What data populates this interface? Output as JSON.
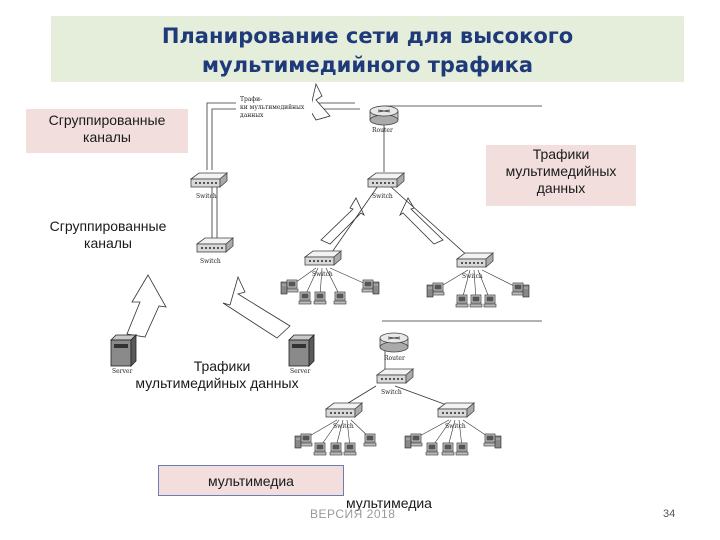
{
  "title": {
    "line1": "Планирование сети для высокого",
    "line2": "мультимедийного трафика"
  },
  "labels": {
    "grouped_channels_top": [
      "Сгруппированные",
      "каналы"
    ],
    "grouped_channels_mid": [
      "Сгруппированные",
      "каналы"
    ],
    "multimedia_traffic_right": [
      "Трафики",
      "мультимедийных",
      "данных"
    ],
    "multimedia_traffic_bottom": [
      "Трафики",
      "мультимедийных данных"
    ],
    "multimedia_box": "мультимедиа",
    "multimedia_bottom": "мультимедиа"
  },
  "footer": {
    "version": "ВЕРСИЯ 2018",
    "page": "34"
  },
  "diagram": {
    "icon_names": [
      "router-icon",
      "switch-icon",
      "server-icon",
      "workstation-icon"
    ],
    "colors": {
      "title_bg": "#e5eedb",
      "title_text": "#1f3a7a",
      "label_bg": "#f3dede"
    }
  }
}
